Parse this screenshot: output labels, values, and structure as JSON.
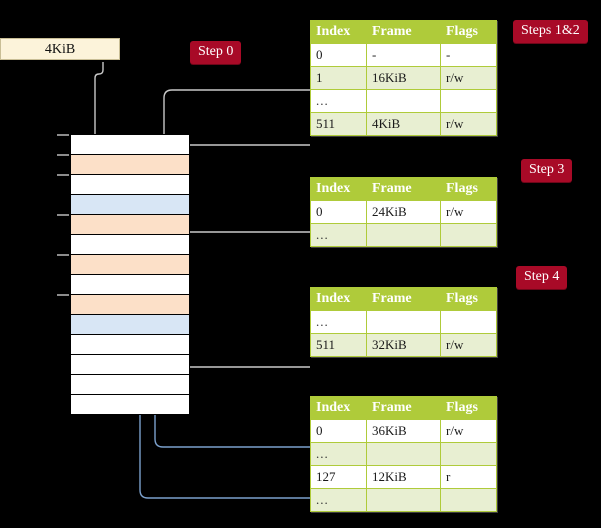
{
  "diagram": {
    "title_hidden": "Multi-level page table walk",
    "background_color": "#000000",
    "accent_header_color": "#AFCB3A",
    "badge_color": "#A80A27",
    "highlight_color": "#FAF7A6",
    "orange_frame_color": "#FCE0C8",
    "blue_frame_color": "#D8E6F5"
  },
  "address_box": {
    "label": "4KiB"
  },
  "badges": [
    {
      "name": "step-0",
      "label": "Step 0"
    },
    {
      "name": "steps-1-2",
      "label": "Steps 1&2"
    },
    {
      "name": "step-3",
      "label": "Step 3"
    },
    {
      "name": "step-4",
      "label": "Step 4"
    }
  ],
  "tables": [
    {
      "name": "page-table-level-0",
      "headers": [
        "Index",
        "Frame",
        "Flags"
      ],
      "rows": [
        {
          "cells": [
            "0",
            "-",
            "-"
          ],
          "shade": "plain",
          "highlight": false
        },
        {
          "cells": [
            "1",
            "16KiB",
            "r/w"
          ],
          "shade": "alt",
          "highlight": false
        },
        {
          "cells": [
            "...",
            "",
            ""
          ],
          "shade": "plain",
          "highlight": false
        },
        {
          "cells": [
            "511",
            "4KiB",
            "r/w"
          ],
          "shade": "alt",
          "highlight": true
        }
      ]
    },
    {
      "name": "page-table-level-1",
      "headers": [
        "Index",
        "Frame",
        "Flags"
      ],
      "rows": [
        {
          "cells": [
            "0",
            "24KiB",
            "r/w"
          ],
          "shade": "plain",
          "highlight": false
        },
        {
          "cells": [
            "...",
            "",
            ""
          ],
          "shade": "alt",
          "highlight": false
        }
      ]
    },
    {
      "name": "page-table-level-2",
      "headers": [
        "Index",
        "Frame",
        "Flags"
      ],
      "rows": [
        {
          "cells": [
            "...",
            "",
            ""
          ],
          "shade": "plain",
          "highlight": false
        },
        {
          "cells": [
            "511",
            "32KiB",
            "r/w"
          ],
          "shade": "alt",
          "highlight": false
        }
      ]
    },
    {
      "name": "page-table-level-3",
      "headers": [
        "Index",
        "Frame",
        "Flags"
      ],
      "rows": [
        {
          "cells": [
            "0",
            "36KiB",
            "r/w"
          ],
          "shade": "plain",
          "highlight": false
        },
        {
          "cells": [
            "...",
            "",
            ""
          ],
          "shade": "alt",
          "highlight": false
        },
        {
          "cells": [
            "127",
            "12KiB",
            "r"
          ],
          "shade": "plain",
          "highlight": false
        },
        {
          "cells": [
            "...",
            "",
            ""
          ],
          "shade": "alt",
          "highlight": false
        }
      ]
    }
  ],
  "memory_column": {
    "name": "physical-memory-frames",
    "rows": [
      {
        "fill": "white",
        "tick": true
      },
      {
        "fill": "orange",
        "tick": true
      },
      {
        "fill": "white",
        "tick": true
      },
      {
        "fill": "blue",
        "tick": false
      },
      {
        "fill": "orange",
        "tick": true
      },
      {
        "fill": "white",
        "tick": false
      },
      {
        "fill": "orange",
        "tick": true
      },
      {
        "fill": "white",
        "tick": false
      },
      {
        "fill": "orange",
        "tick": true
      },
      {
        "fill": "blue",
        "tick": false
      },
      {
        "fill": "white",
        "tick": false
      },
      {
        "fill": "white",
        "tick": false
      },
      {
        "fill": "white",
        "tick": false
      },
      {
        "fill": "white",
        "tick": false
      }
    ]
  }
}
